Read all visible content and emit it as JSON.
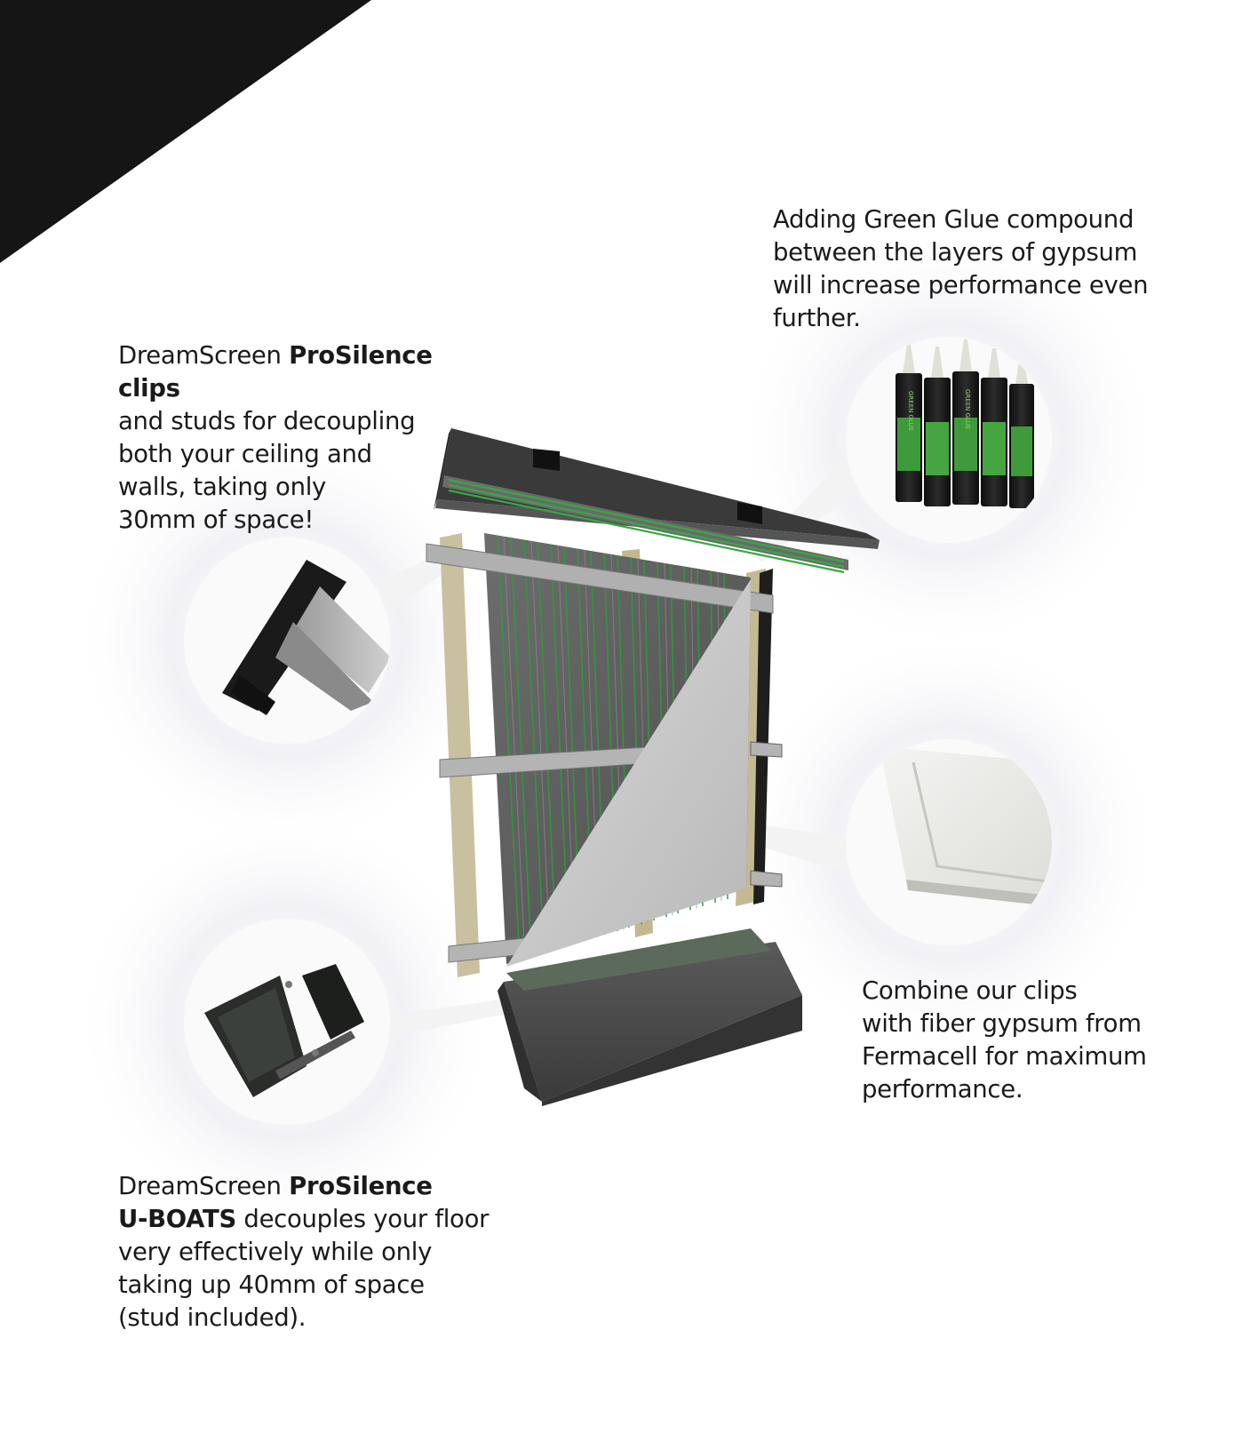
{
  "captions": {
    "clips": {
      "prefix": "DreamScreen ",
      "bold": "ProSilence clips",
      "lines": [
        "and studs for decoupling",
        "both your ceiling and",
        "walls, taking only",
        "30mm of space!"
      ]
    },
    "green_glue": {
      "lines": [
        "Adding Green Glue compound",
        "between the layers of gypsum",
        "will increase performance even",
        "further."
      ]
    },
    "fiber_gypsum": {
      "lines": [
        "Combine our clips",
        "with fiber gypsum from",
        "Fermacell for maximum",
        "performance."
      ]
    },
    "uboats": {
      "prefix": "DreamScreen ",
      "bold1": "ProSilence",
      "bold2": "U-BOATS",
      "line2_rest": " decouples your floor",
      "lines": [
        "very effectively while only",
        "taking up 40mm of space",
        "(stud included)."
      ]
    }
  },
  "product_labels": {
    "tube": "GREEN GLUE"
  },
  "colors": {
    "corner": "#151515",
    "green_glue": "#2f9a3c",
    "gypsum": "#c8c8c8",
    "stud": "#c9c0a0",
    "floor": "#4a4a4a"
  }
}
